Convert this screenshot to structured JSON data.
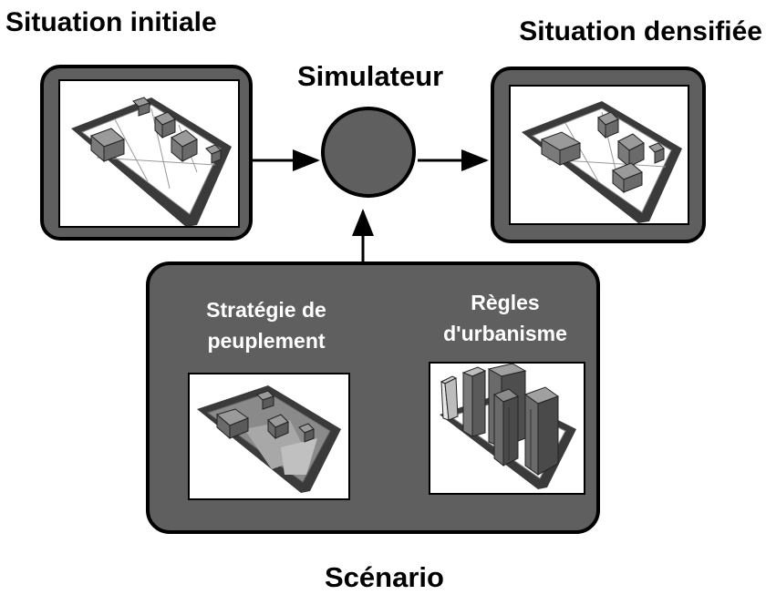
{
  "labels": {
    "initial": "Situation initiale",
    "dense": "Situation densifiée",
    "simulator": "Simulateur",
    "scenario": "Scénario",
    "strategy_line1": "Stratégie de",
    "strategy_line2": "peuplement",
    "rules_line1": "Règles",
    "rules_line2": "d'urbanisme"
  },
  "colors": {
    "box_fill": "#5f5f5f",
    "simulator_fill": "#5f5f5f",
    "text_white": "#ffffff"
  }
}
